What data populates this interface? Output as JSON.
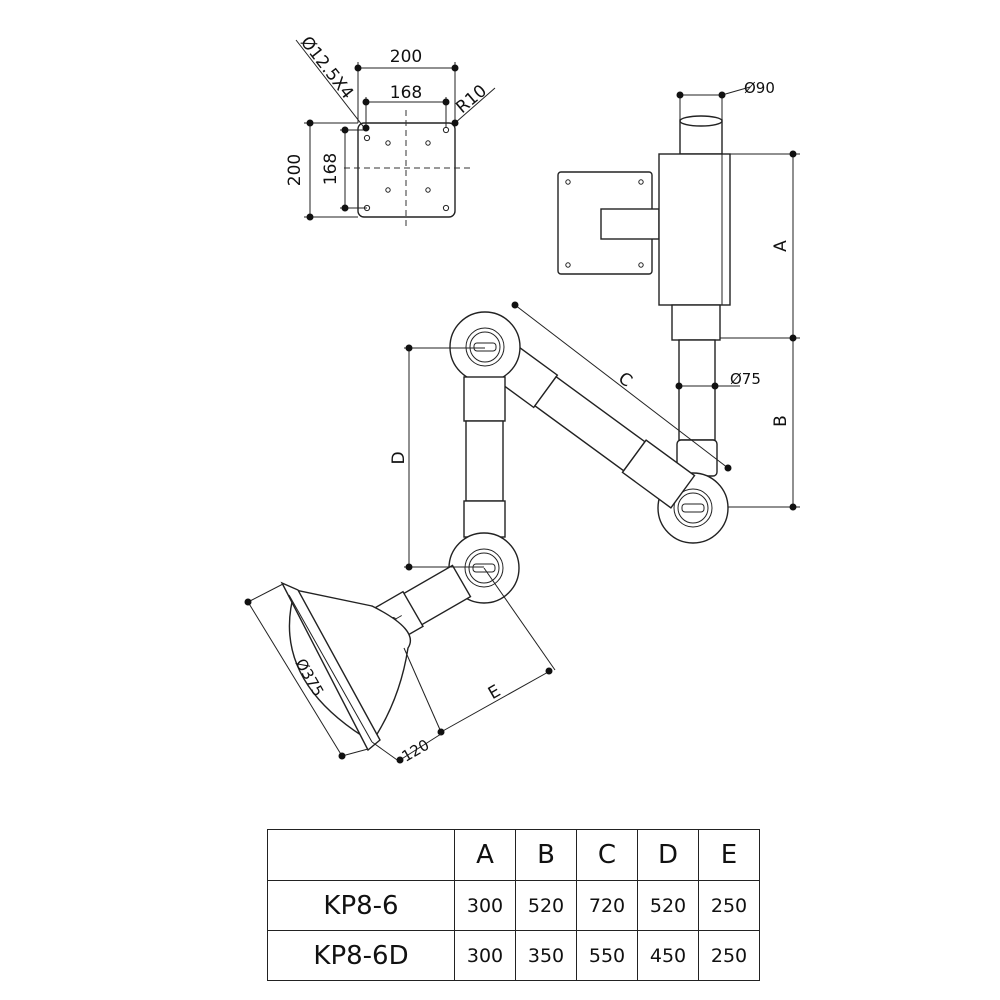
{
  "drawing": {
    "plate": {
      "hole_label": "Ø12.5X4",
      "outer_width": "200",
      "inner_width": "168",
      "corner_radius": "R10",
      "outer_height": "200",
      "inner_height": "168"
    },
    "mount_pipe_diameter": "Ø90",
    "arm_pipe_diameter": "Ø75",
    "hood_diameter": "Ø375",
    "hood_depth": "120",
    "dimensions": {
      "a": "A",
      "b": "B",
      "c": "C",
      "d": "D",
      "e": "E"
    }
  },
  "table": {
    "headers": [
      "",
      "A",
      "B",
      "C",
      "D",
      "E"
    ],
    "rows": [
      {
        "model": "KP8-6",
        "values": [
          "300",
          "520",
          "720",
          "520",
          "250"
        ]
      },
      {
        "model": "KP8-6D",
        "values": [
          "300",
          "350",
          "550",
          "450",
          "250"
        ]
      }
    ]
  }
}
